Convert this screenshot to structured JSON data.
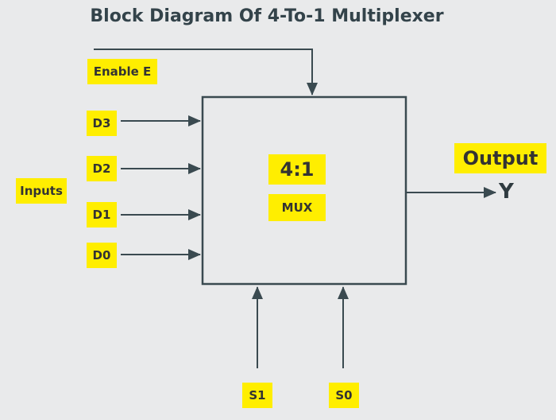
{
  "diagram": {
    "title": "Block Diagram Of 4-To-1 Multiplexer",
    "labels": {
      "enable": "Enable E",
      "inputs_group": "Inputs",
      "d3": "D3",
      "d2": "D2",
      "d1": "D1",
      "d0": "D0",
      "mux_ratio": "4:1",
      "mux_name": "MUX",
      "output": "Output",
      "y": "Y",
      "s1": "S1",
      "s0": "S0"
    },
    "colors": {
      "background": "#e9eaeb",
      "label_fill": "#ffee00",
      "line": "#3a4a50"
    }
  }
}
